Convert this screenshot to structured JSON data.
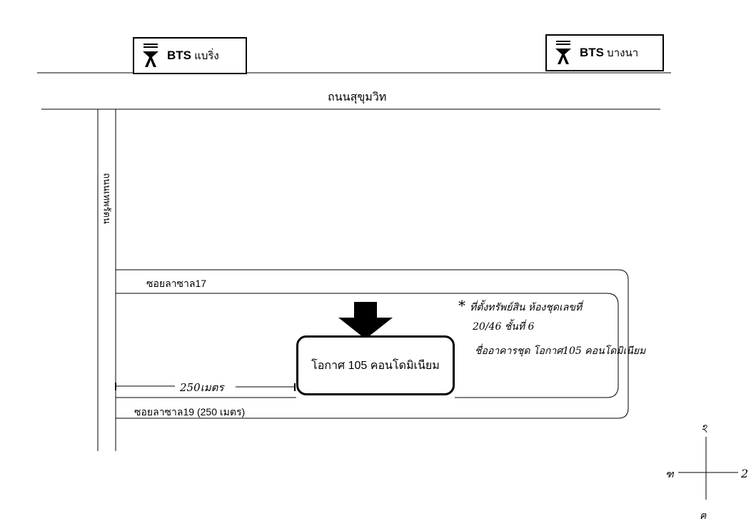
{
  "stations": {
    "left": {
      "brand": "BTS",
      "name": "แบริ่ง",
      "logo": "bts-logo-icon"
    },
    "right": {
      "brand": "BTS",
      "name": "บางนา",
      "logo": "bts-logo-icon"
    }
  },
  "roads": {
    "main": "ถนนสุขุมวิท",
    "vertical": "ถนนเทพรัตน"
  },
  "sois": {
    "upper": "ซอยลาซาล17",
    "lower": "ซอยลาซาล19 (250 เมตร)"
  },
  "destination": {
    "label": "โอกาศ 105 คอนโดมิเนียม",
    "marker": "arrow-down-icon"
  },
  "distance_note": "250เมตร",
  "handwritten_note": {
    "star": "*",
    "line1": "ที่ตั้งทรัพย์สิน ห้องชุดเลขที่",
    "line2": "20/46 ชั้นที่ 6",
    "line3": "ชื่ออาคารชุด โอกาศ105 คอนโดมิเนียม"
  },
  "compass": {
    "north": "ঽ",
    "east": "2",
    "west": "ฑ",
    "south": "ฅ"
  }
}
